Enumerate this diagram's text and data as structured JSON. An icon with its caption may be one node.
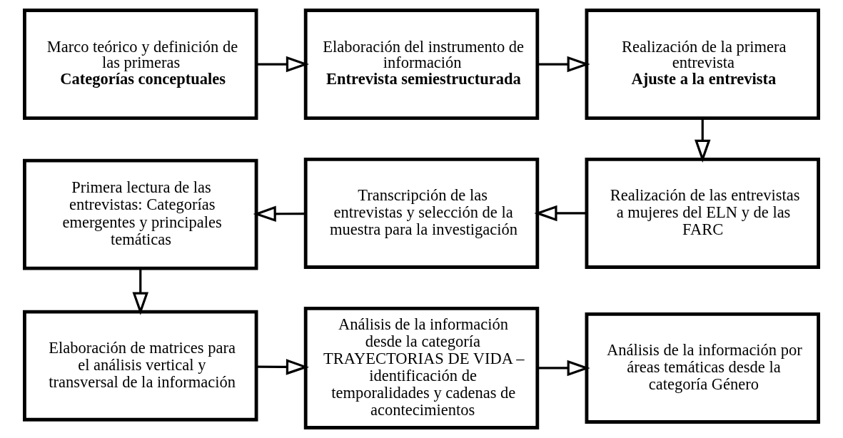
{
  "diagram": {
    "nodes": [
      {
        "text": [
          "Marco teórico y definición de las primeras",
          "**Categorías conceptuales**"
        ]
      },
      {
        "text": [
          "Elaboración del instrumento de información",
          "**Entrevista semiestructurada**"
        ]
      },
      {
        "text": [
          "Realización de la primera entrevista",
          "**Ajuste a la entrevista**"
        ]
      },
      {
        "text": [
          "Primera lectura de las entrevistas: Categorías emergentes y principales temáticas"
        ]
      },
      {
        "text": [
          "Transcripción de las entrevistas y selección de la muestra para la investigación"
        ]
      },
      {
        "text": [
          "Realización de las entrevistas a mujeres del ELN y de las FARC"
        ]
      },
      {
        "text": [
          "Elaboración de matrices para el análisis vertical y transversal de la información"
        ]
      },
      {
        "text": [
          "Análisis de la información desde la categoría TRAYECTORIAS DE VIDA – identificación de temporalidades y cadenas de acontecimientos"
        ]
      },
      {
        "text": [
          "Análisis de la información por áreas temáticas desde la categoría Género"
        ]
      }
    ],
    "edges": [
      {
        "from": 0,
        "to": 1,
        "arrow": "to"
      },
      {
        "from": 1,
        "to": 2,
        "arrow": "to"
      },
      {
        "from": 2,
        "to": 5,
        "arrow": "to"
      },
      {
        "from": 5,
        "to": 4,
        "arrow": "to"
      },
      {
        "from": 4,
        "to": 3,
        "arrow": "to"
      },
      {
        "from": 3,
        "to": 6,
        "arrow": "to"
      },
      {
        "from": 6,
        "to": 7,
        "arrow": "to"
      },
      {
        "from": 7,
        "to": 8,
        "arrow": "to"
      }
    ]
  }
}
